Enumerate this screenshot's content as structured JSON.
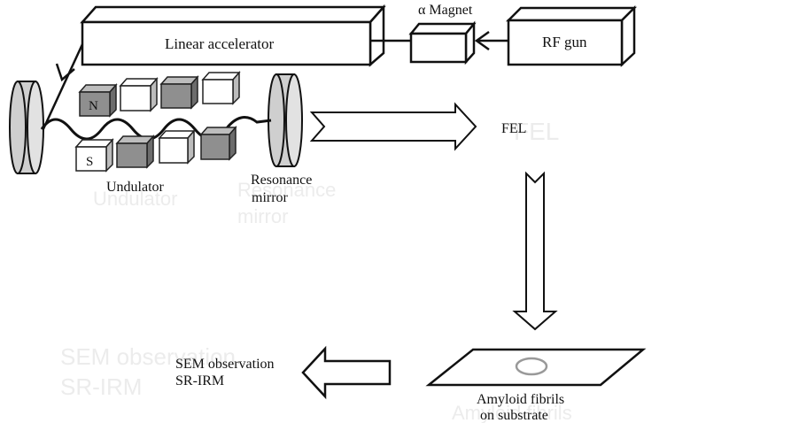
{
  "diagram": {
    "labels": {
      "linear_accelerator": "Linear accelerator",
      "magnet": "α Magnet",
      "rf_gun": "RF gun",
      "undulator": "Undulator",
      "resonance_mirror_line1": "Resonance",
      "resonance_mirror_line2": "mirror",
      "fel": "FEL",
      "sample_line1": "Amyloid fibrils",
      "sample_line2": "on substrate",
      "output_line1": "SEM observation",
      "output_line2": "SR-IRM",
      "magnet_north": "N",
      "magnet_south": "S"
    },
    "colors": {
      "stroke": "#111111",
      "magnet_dark": "#8f8f8f",
      "magnet_light": "#ffffff",
      "mirror_fill": "#d9d9d9",
      "ghost_text": "#ececec"
    }
  }
}
